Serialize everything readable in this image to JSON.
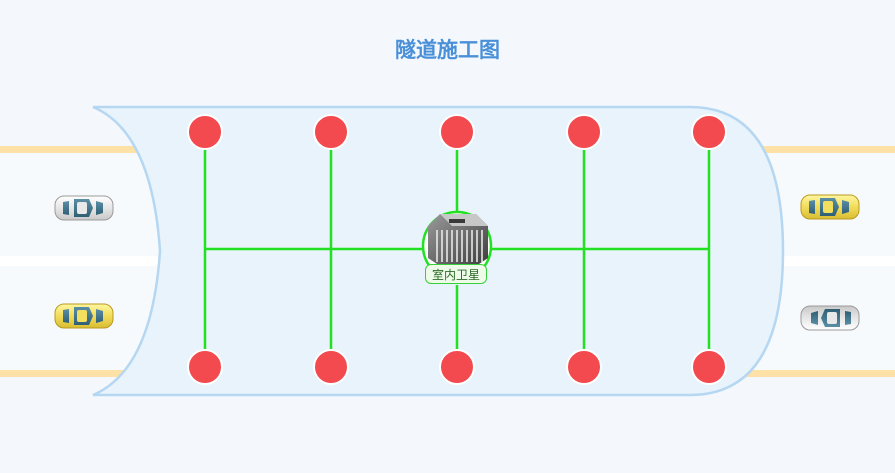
{
  "title": "隧道施工图",
  "satellite": {
    "label": "室内卫星",
    "icon": "indoor-satellite-device-icon"
  },
  "nodes": {
    "count_top": 5,
    "count_bottom": 5,
    "color": "#f24a4e"
  },
  "colors": {
    "title": "#4a90d9",
    "wire": "#22e022",
    "tunnel_fill": "#e8f3fb",
    "tunnel_stroke": "#b6d7f1",
    "lane_line": "#fde1a6",
    "road": "#f7fafd"
  },
  "vehicles": [
    {
      "name": "car-left-top",
      "color": "white",
      "direction": "right"
    },
    {
      "name": "car-left-bottom",
      "color": "yellow",
      "direction": "right"
    },
    {
      "name": "car-right-top",
      "color": "yellow",
      "direction": "right"
    },
    {
      "name": "car-right-bottom",
      "color": "white",
      "direction": "left"
    }
  ]
}
